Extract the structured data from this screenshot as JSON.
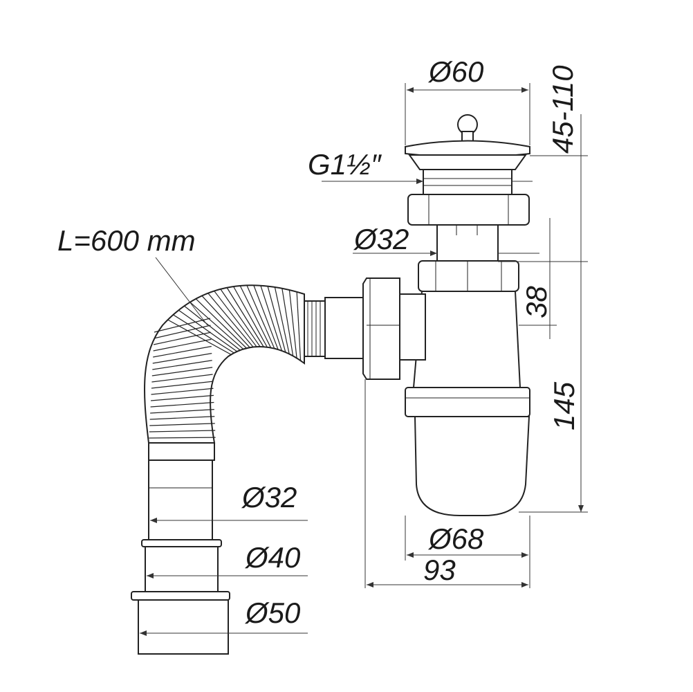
{
  "title": "Bottle siphon with flexible hose – dimensional drawing",
  "labels": {
    "strainer_diameter": "Ø60",
    "height_range": "45-110",
    "thread": "G1½″",
    "hose_length": "L=600 mm",
    "upper_outlet_diameter": "Ø32",
    "outlet_height": "38",
    "total_height": "145",
    "bottle_diameter": "Ø68",
    "total_width": "93",
    "hose_end_32": "Ø32",
    "hose_end_40": "Ø40",
    "hose_end_50": "Ø50"
  }
}
